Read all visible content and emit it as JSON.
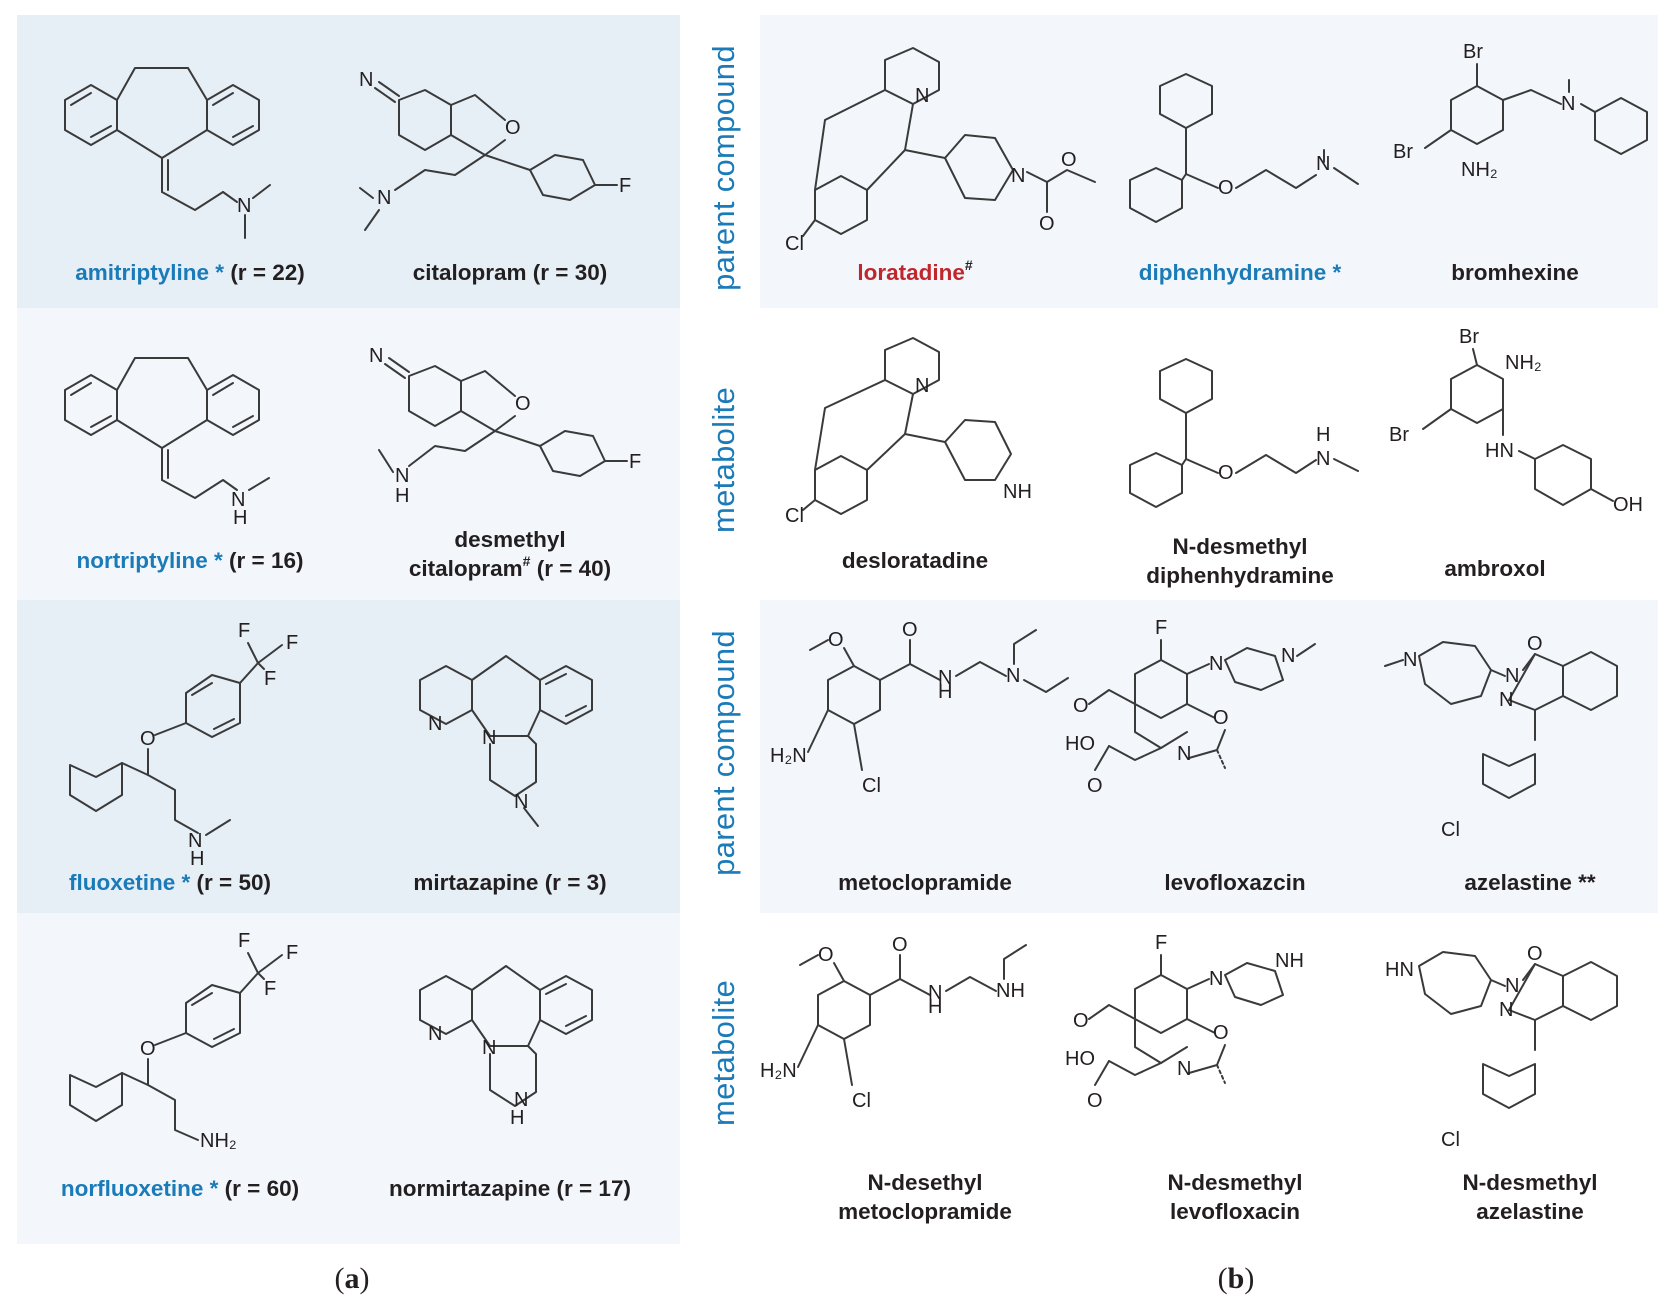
{
  "panel_a": {
    "label_letter": "a",
    "compounds": [
      {
        "name": "amitriptyline",
        "mark": " *",
        "rest": " (r = 22)"
      },
      {
        "name": "citalopram (r = 30)"
      },
      {
        "name": "nortriptyline",
        "mark": " *",
        "rest": " (r = 16)"
      },
      {
        "name_line1": "desmethyl",
        "name_line2": "citalopram",
        "sup": "#",
        "rest": " (r = 40)"
      },
      {
        "name": "fluoxetine",
        "mark": " *",
        "rest": " (r = 50)"
      },
      {
        "name": "mirtazapine (r = 3)"
      },
      {
        "name": "norfluoxetine",
        "mark": " *",
        "rest": " (r = 60)"
      },
      {
        "name": "normirtazapine (r = 17)"
      }
    ]
  },
  "panel_b": {
    "label_letter": "b",
    "row_labels": [
      "parent compound",
      "metabolite",
      "parent compound",
      "metabolite"
    ],
    "compounds": [
      {
        "name": "loratadine",
        "sup": "#"
      },
      {
        "name": "diphenhydramine",
        "mark": " *"
      },
      {
        "name": "bromhexine"
      },
      {
        "name": "desloratadine"
      },
      {
        "name_line1": "N-desmethyl",
        "name_line2": "diphenhydramine"
      },
      {
        "name": "ambroxol"
      },
      {
        "name": "metoclopramide"
      },
      {
        "name": "levofloxazcin"
      },
      {
        "name": "azelastine **"
      },
      {
        "name_line1": "N-desethyl",
        "name_line2": "metoclopramide"
      },
      {
        "name_line1": "N-desmethyl",
        "name_line2": "levofloxacin"
      },
      {
        "name_line1": "N-desmethyl",
        "name_line2": "azelastine"
      }
    ]
  },
  "atoms": {
    "N": "N",
    "O": "O",
    "F": "F",
    "H": "H",
    "Cl": "Cl",
    "Br": "Br",
    "NH": "NH",
    "HN": "HN",
    "NH2": "NH₂",
    "H2N": "H₂N",
    "OH": "OH",
    "HO": "HO"
  },
  "colors": {
    "highlight": "#1b7bb8",
    "loratadine": "#c0272d",
    "band_dark": "#e6eef6",
    "band_light": "#f3f7fb"
  }
}
